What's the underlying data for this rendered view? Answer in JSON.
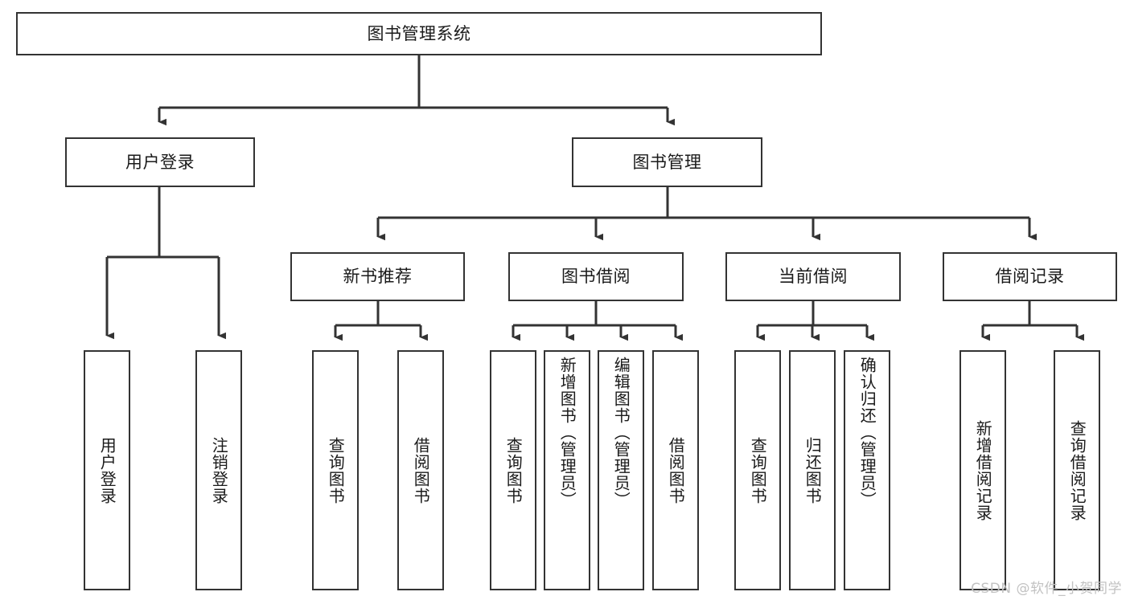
{
  "diagram": {
    "title": "图书管理系统",
    "type": "tree",
    "root": {
      "id": "root",
      "label": "图书管理系统"
    },
    "level1": [
      {
        "id": "user-login",
        "label": "用户登录"
      },
      {
        "id": "book-manage",
        "label": "图书管理"
      }
    ],
    "level2": [
      {
        "id": "new-book-recommend",
        "label": "新书推荐"
      },
      {
        "id": "book-borrow",
        "label": "图书借阅"
      },
      {
        "id": "current-borrow",
        "label": "当前借阅"
      },
      {
        "id": "borrow-record",
        "label": "借阅记录"
      }
    ],
    "leaves": {
      "user_login": [
        {
          "id": "leaf-user-login",
          "label": "用户登录"
        },
        {
          "id": "leaf-logout-login",
          "label": "注销登录"
        }
      ],
      "new_book_recommend": [
        {
          "id": "leaf-query-book-1",
          "label": "查询图书"
        },
        {
          "id": "leaf-borrow-book-1",
          "label": "借阅图书"
        }
      ],
      "book_borrow": [
        {
          "id": "leaf-query-book-2",
          "label": "查询图书"
        },
        {
          "id": "leaf-add-book",
          "label": "新增图书（管理员）"
        },
        {
          "id": "leaf-edit-book",
          "label": "编辑图书（管理员）"
        },
        {
          "id": "leaf-borrow-book-2",
          "label": "借阅图书"
        }
      ],
      "current_borrow": [
        {
          "id": "leaf-query-book-3",
          "label": "查询图书"
        },
        {
          "id": "leaf-return-book",
          "label": "归还图书"
        },
        {
          "id": "leaf-confirm-return",
          "label": "确认归还（管理员）"
        }
      ],
      "borrow_record": [
        {
          "id": "leaf-add-record",
          "label": "新增借阅记录"
        },
        {
          "id": "leaf-query-record",
          "label": "查询借阅记录"
        }
      ]
    }
  },
  "watermark": {
    "text": "CSDN @软件_小贺同学"
  },
  "colors": {
    "border": "#333333",
    "background": "#ffffff",
    "text": "#1a1a1a",
    "watermark": "#c2c2c2"
  }
}
